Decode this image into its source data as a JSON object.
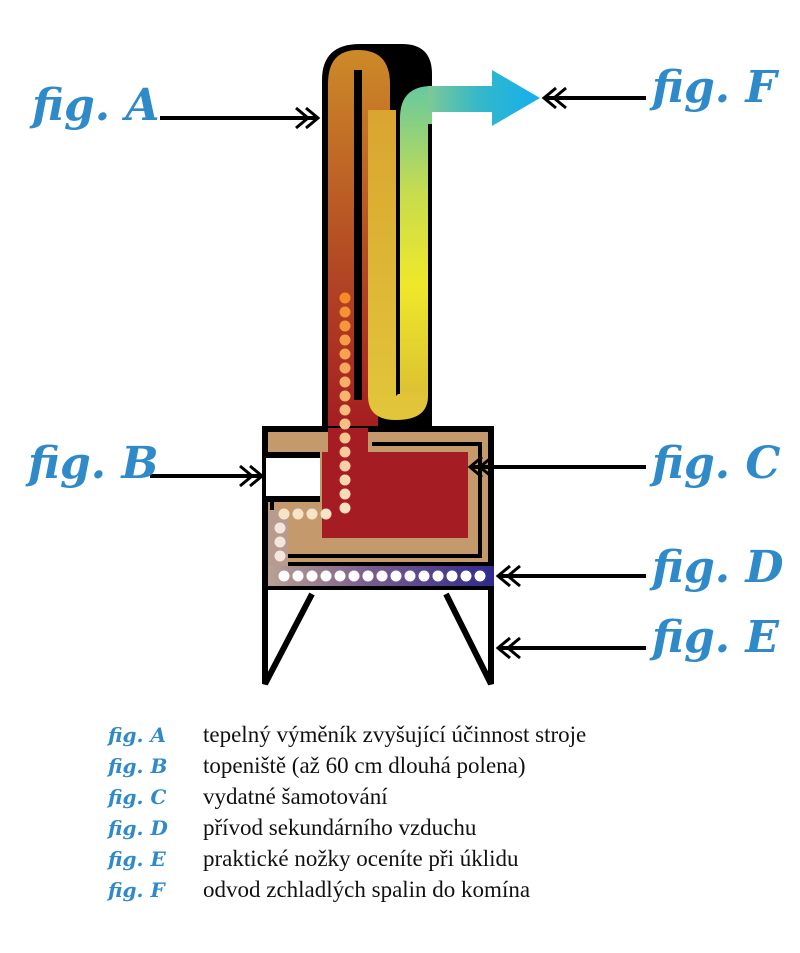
{
  "callouts": {
    "a": "fig. A",
    "b": "fig. B",
    "c": "fig. C",
    "d": "fig. D",
    "e": "fig. E",
    "f": "fig. F"
  },
  "legend": [
    {
      "key": "fig. A",
      "text": "tepelný výměník zvyšující účinnost stroje"
    },
    {
      "key": "fig. B",
      "text": "topeniště (až 60 cm dlouhá polena)"
    },
    {
      "key": "fig. C",
      "text": "vydatné šamotování"
    },
    {
      "key": "fig. D",
      "text": "přívod sekundárního vzduchu"
    },
    {
      "key": "fig. E",
      "text": "praktické nožky oceníte při úklidu"
    },
    {
      "key": "fig. F",
      "text": "odvod zchladlých spalin do komína"
    }
  ],
  "colors": {
    "label_blue": "#2f8ac9",
    "outline": "#000000",
    "firebox": "#a51c22",
    "lining": "#c49a6c",
    "exhaust_arrow": "#1ab0ea",
    "air_channel": "#3b2f8f"
  }
}
